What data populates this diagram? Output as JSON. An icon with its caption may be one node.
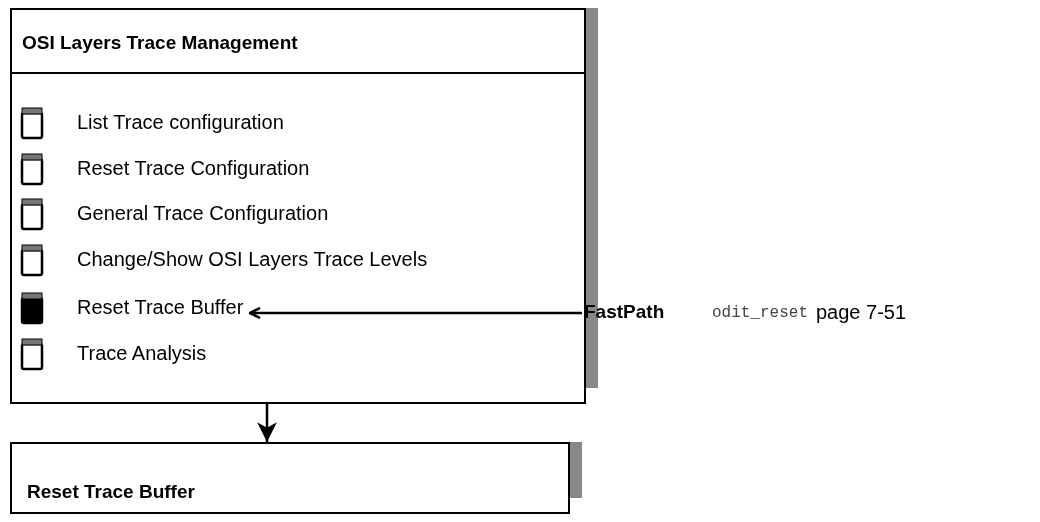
{
  "diagram": {
    "nodes": [
      {
        "text": [
          "OSI Layers Trace Management"
        ]
      },
      {
        "text": [
          "List Trace configuration"
        ],
        "in": 0
      },
      {
        "text": [
          "Reset Trace Configuration"
        ],
        "in": 0
      },
      {
        "text": [
          "General Trace Configuration"
        ],
        "in": 0
      },
      {
        "text": [
          "Change/Show OSI Layers Trace Levels"
        ],
        "in": 0
      },
      {
        "text": [
          "Reset Trace Buffer"
        ],
        "in": 0
      },
      {
        "text": [
          "Trace Analysis"
        ],
        "in": 0
      },
      {
        "text": [
          "FastPath",
          "odit_reset",
          "page 7-51"
        ]
      },
      {
        "text": [
          "Reset Trace Buffer"
        ]
      }
    ],
    "edges": [
      {
        "from": 7,
        "to": 5,
        "arrow": "to"
      },
      {
        "from": 0,
        "to": 8,
        "arrow": "to"
      }
    ]
  }
}
